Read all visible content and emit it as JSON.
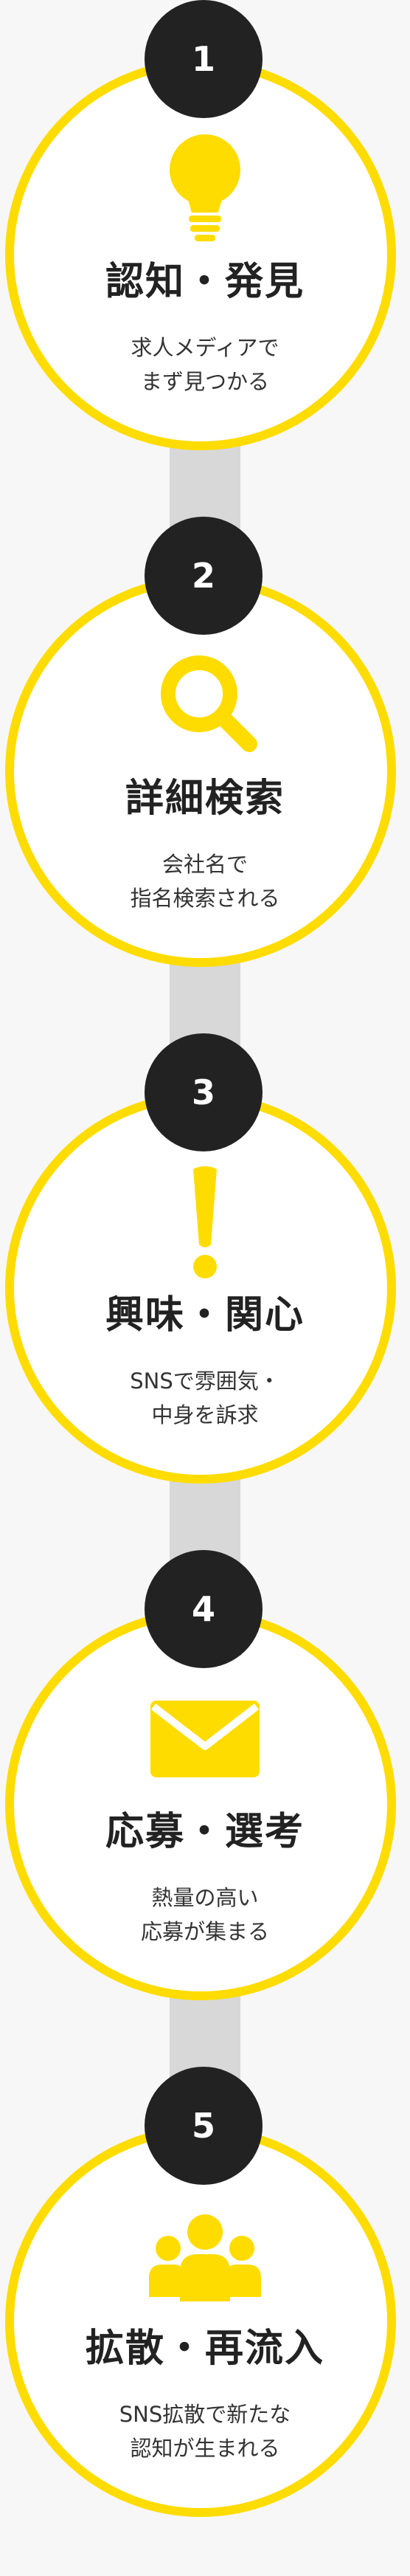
{
  "colors": {
    "accent": "#ffdc00",
    "badge": "#222222",
    "connector": "#d8d8d8",
    "background": "#f7f7f7"
  },
  "steps": [
    {
      "number": "1",
      "icon": "lightbulb-icon",
      "title": "認知・発見",
      "desc_line1": "求人メディアで",
      "desc_line2": "まず見つかる"
    },
    {
      "number": "2",
      "icon": "magnifier-icon",
      "title": "詳細検索",
      "desc_line1": "会社名で",
      "desc_line2": "指名検索される"
    },
    {
      "number": "3",
      "icon": "exclamation-icon",
      "title": "興味・関心",
      "desc_line1": "SNSで雰囲気・",
      "desc_line2": "中身を訴求"
    },
    {
      "number": "4",
      "icon": "envelope-icon",
      "title": "応募・選考",
      "desc_line1": "熱量の高い",
      "desc_line2": "応募が集まる"
    },
    {
      "number": "5",
      "icon": "people-icon",
      "title": "拡散・再流入",
      "desc_line1": "SNS拡散で新たな",
      "desc_line2": "認知が生まれる"
    }
  ]
}
